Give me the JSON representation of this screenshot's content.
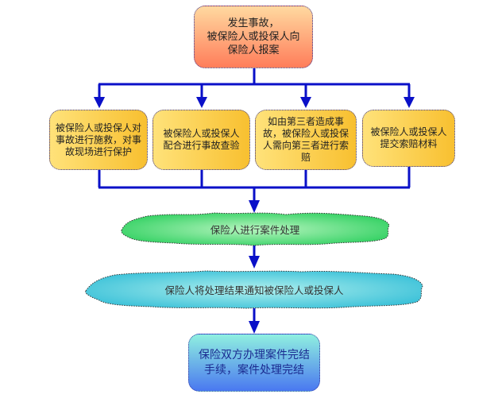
{
  "nodes": {
    "report": "发生事故，\n被保险人或投保人向\n保险人报案",
    "rescue": "被保险人或投保人对事故进行施救，对事故现场进行保护",
    "inspect": "被保险人或投保人配合进行事故查验",
    "third_party": "如由第三者造成事故，被保险人或投保人需向第三者进行索赔",
    "submit": "被保险人或投保人提交索赔材料",
    "process": "保险人进行案件处理",
    "notify": "保险人将处理结果通知被保险人或投保人",
    "complete": "保险双方办理案件完结手续，案件处理完结"
  },
  "colors": {
    "arrow": "#0a10c8",
    "process_cloud": "#3ad66a",
    "notify_cloud": "#40c8d8"
  }
}
